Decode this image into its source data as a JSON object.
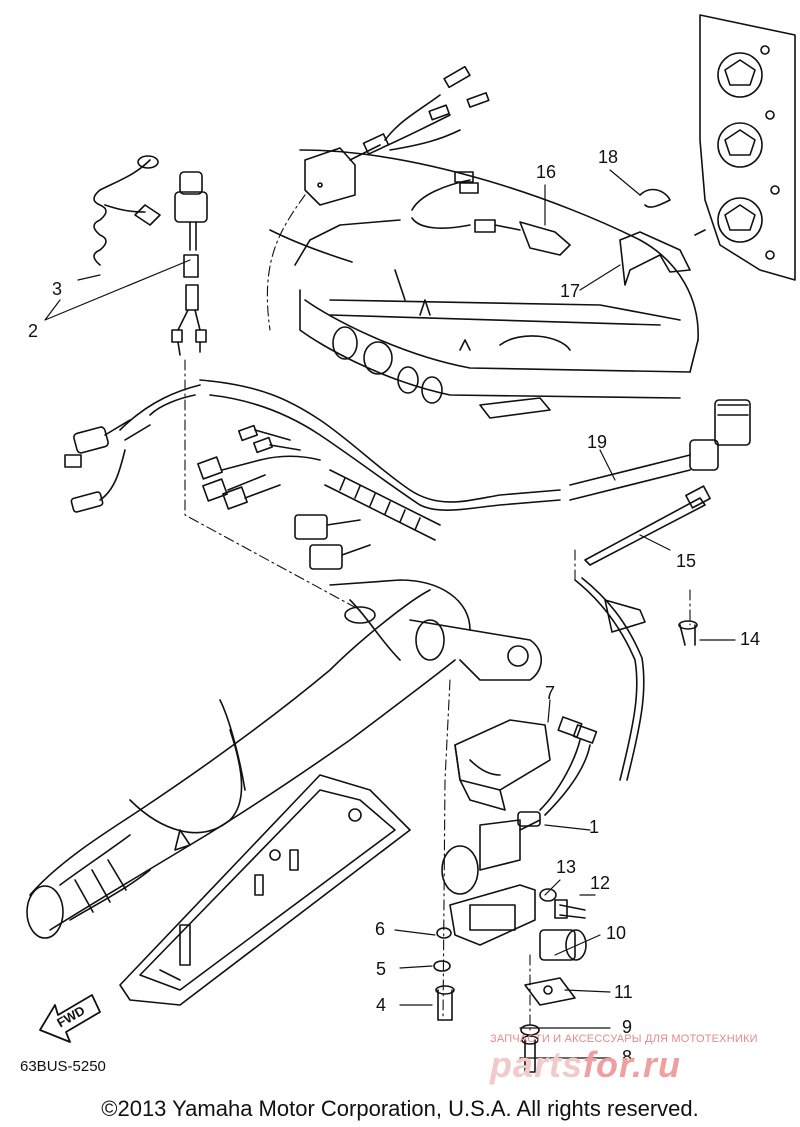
{
  "labels": {
    "p1": "1",
    "p2": "2",
    "p3": "3",
    "p4": "4",
    "p5": "5",
    "p6": "6",
    "p7": "7",
    "p8": "8",
    "p9": "9",
    "p10": "10",
    "p11": "11",
    "p12": "12",
    "p13": "13",
    "p14": "14",
    "p15": "15",
    "p16": "16",
    "p17": "17",
    "p18": "18",
    "p19": "19"
  },
  "fwd": "FWD",
  "figure_code": "63BUS-5250",
  "copyright": "©2013 Yamaha Motor Corporation, U.S.A. All rights reserved.",
  "watermark": {
    "tagline": "ЗАПЧАСТИ И АКСЕССУАРЫ ДЛЯ МОТОТЕХНИКИ",
    "brand_a": "parts",
    "brand_b": "for.ru"
  },
  "colors": {
    "ink": "#111111",
    "watermark": "#ef9f9f"
  }
}
